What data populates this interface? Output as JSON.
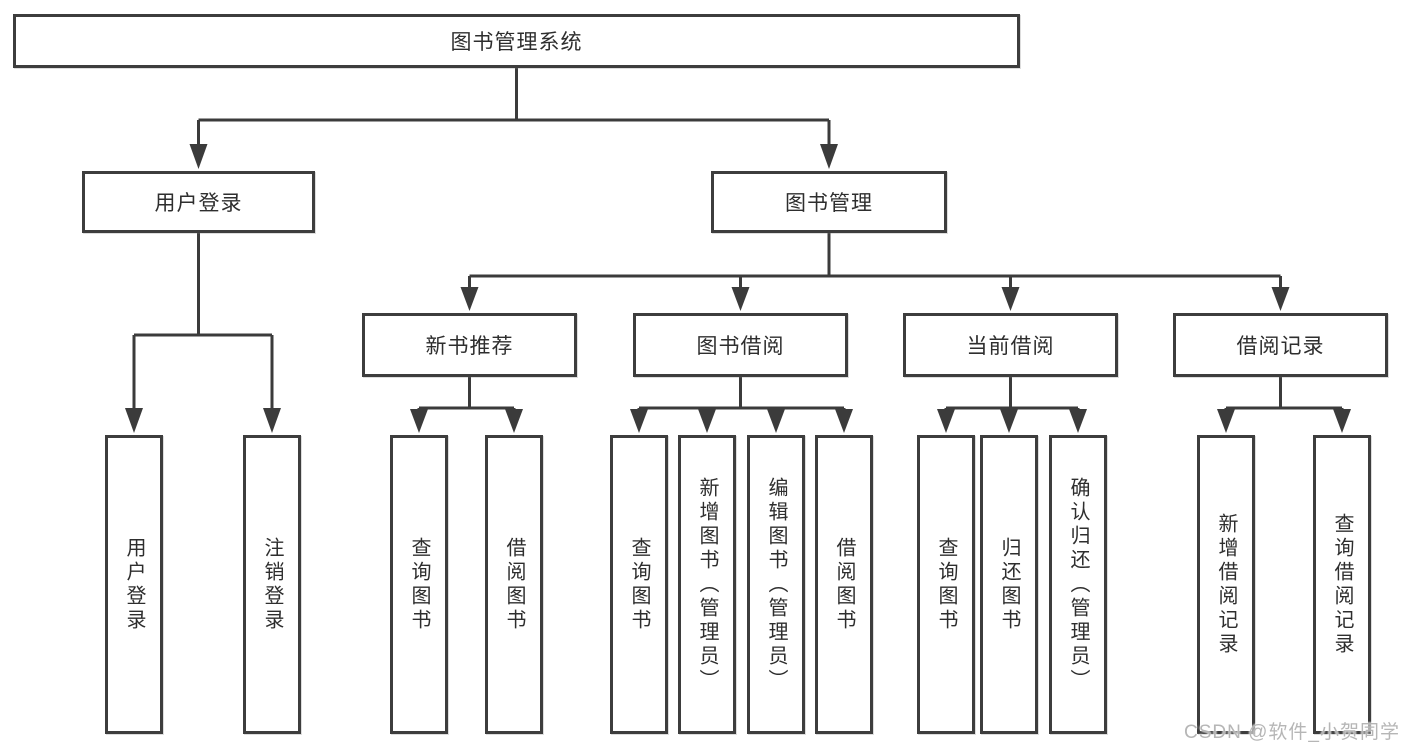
{
  "watermark": {
    "text": "CSDN @软件_小贺同学"
  },
  "colors": {
    "line": "#3b3b3b",
    "box_border": "#3d3d3d",
    "box_fill": "#ffffff",
    "text": "#2e2e2e",
    "watermark": "#b5b5b5"
  },
  "tree": {
    "root": {
      "label": "图书管理系统",
      "children": [
        {
          "label": "用户登录",
          "children": [
            {
              "label": "用户登录"
            },
            {
              "label": "注销登录"
            }
          ]
        },
        {
          "label": "图书管理",
          "children": [
            {
              "label": "新书推荐",
              "children": [
                {
                  "label": "查询图书"
                },
                {
                  "label": "借阅图书"
                }
              ]
            },
            {
              "label": "图书借阅",
              "children": [
                {
                  "label": "查询图书"
                },
                {
                  "label": "新增图书（管理员）"
                },
                {
                  "label": "编辑图书（管理员）"
                },
                {
                  "label": "借阅图书"
                }
              ]
            },
            {
              "label": "当前借阅",
              "children": [
                {
                  "label": "查询图书"
                },
                {
                  "label": "归还图书"
                },
                {
                  "label": "确认归还（管理员）"
                }
              ]
            },
            {
              "label": "借阅记录",
              "children": [
                {
                  "label": "新增借阅记录"
                },
                {
                  "label": "查询借阅记录"
                }
              ]
            }
          ]
        }
      ]
    }
  }
}
